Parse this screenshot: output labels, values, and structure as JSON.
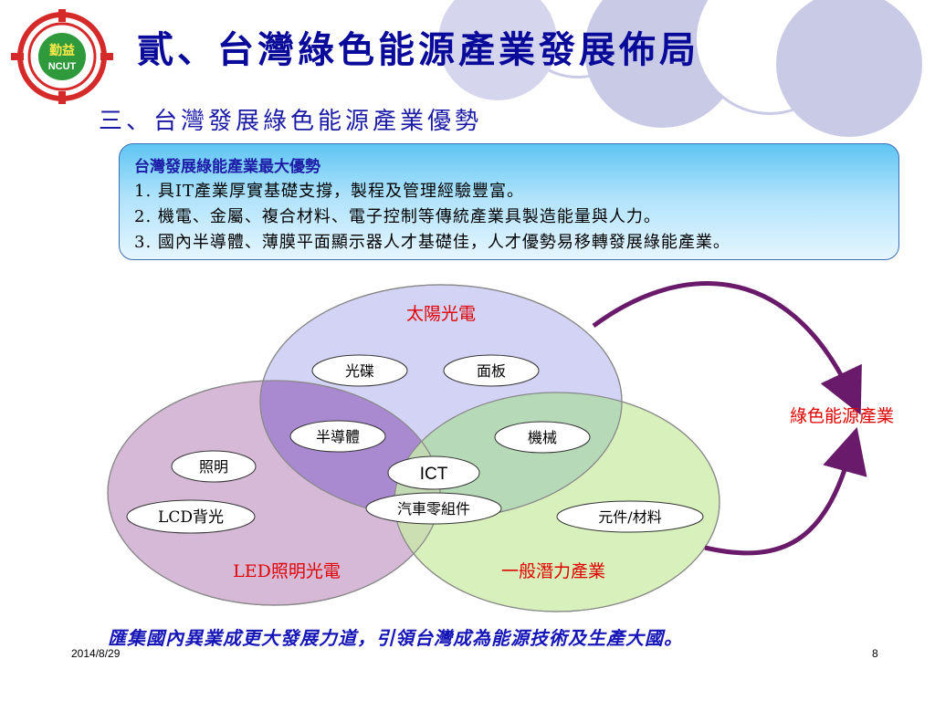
{
  "title": "貳、台灣綠色能源產業發展佈局",
  "subtitle": "三、台灣發展綠色能源產業優勢",
  "logo": {
    "text_top": "勤益",
    "text_bottom": "NCUT"
  },
  "infobox": {
    "heading": "台灣發展綠能產業最大優勢",
    "lines": [
      "1. 具IT產業厚實基礎支撐，製程及管理經驗豐富。",
      "2. 機電、金屬、複合材料、電子控制等傳統產業具製造能量與人力。",
      "3. 國內半導體、薄膜平面顯示器人才基礎佳，人才優勢易移轉發展綠能產業。"
    ]
  },
  "circles": {
    "solar": {
      "label": "太陽光電",
      "color": "#c8c8f4"
    },
    "led": {
      "label": "LED照明光電",
      "color": "#d6b9d6"
    },
    "general": {
      "label": "一般潛力產業",
      "color": "#d6efb8"
    }
  },
  "pills": {
    "optical_disc": "光碟",
    "panel": "面板",
    "semiconductor": "半導體",
    "machinery": "機械",
    "lighting": "照明",
    "ict": "ICT",
    "lcd_backlight": "LCD背光",
    "auto_parts": "汽車零組件",
    "components_materials": "元件/材料"
  },
  "target_label": "綠色能源產業",
  "bottom_note": "匯集國內異業成更大發展力道，引領台灣成為能源技術及生產大國。",
  "footer": {
    "date": "2014/8/29",
    "page": "8"
  },
  "colors": {
    "title": "#0a0a9a",
    "label_red": "#e00000",
    "arrow": "#6a1a6a",
    "note": "#1616b8"
  }
}
